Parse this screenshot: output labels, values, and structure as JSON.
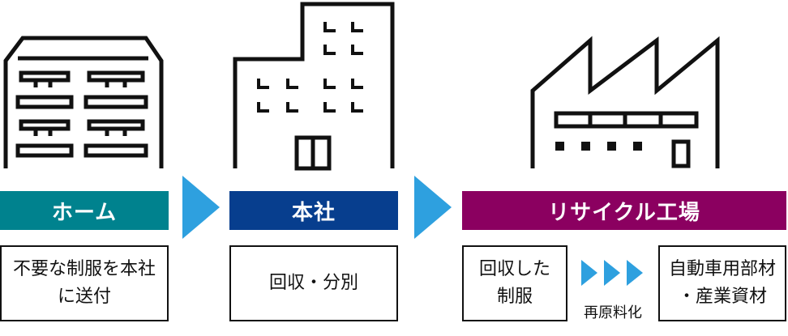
{
  "colors": {
    "home": "#00828E",
    "hq": "#073E8E",
    "factory": "#8B0060",
    "arrow": "#2EA0DF"
  },
  "icons": [
    "home-building-icon",
    "office-building-icon",
    "factory-icon"
  ],
  "steps": [
    {
      "label": "ホーム",
      "desc_line1": "不要な制服を本社",
      "desc_line2": "に送付"
    },
    {
      "label": "本社",
      "desc": "回収・分別"
    },
    {
      "label": "リサイクル工場",
      "input_line1": "回収した",
      "input_line2": "制服",
      "process": "再原料化",
      "output_line1": "自動車用部材",
      "output_line2": "・産業資材"
    }
  ]
}
